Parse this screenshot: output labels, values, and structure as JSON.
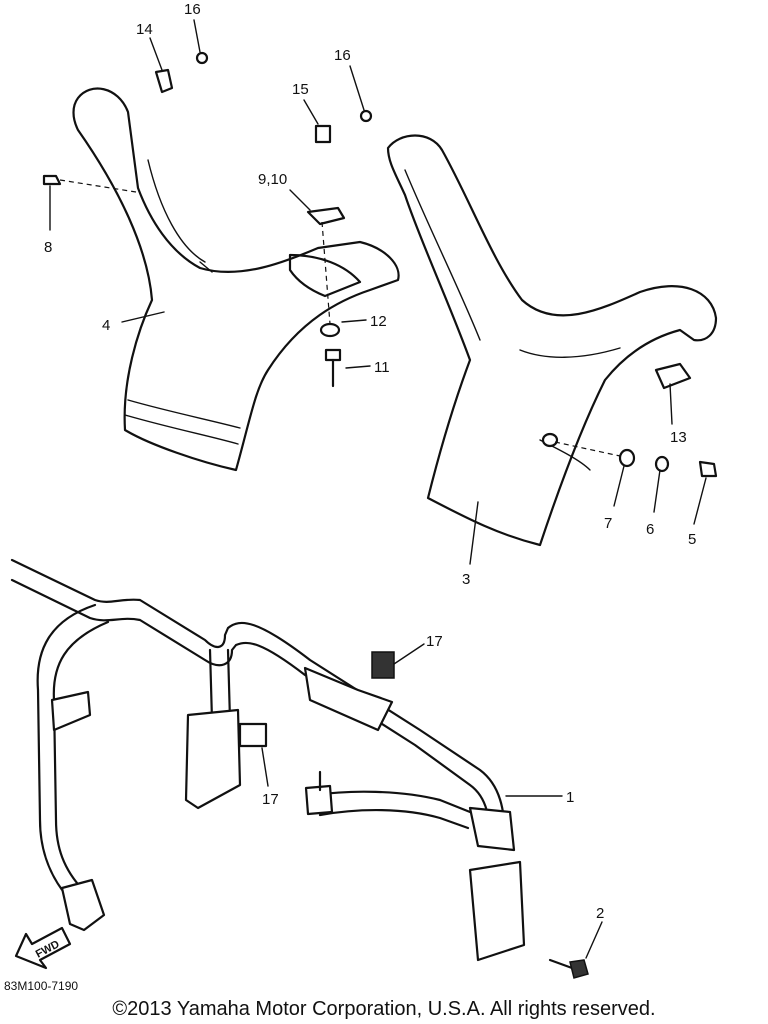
{
  "diagram": {
    "callouts": [
      {
        "id": "c14",
        "label": "14"
      },
      {
        "id": "c16a",
        "label": "16"
      },
      {
        "id": "c16b",
        "label": "16"
      },
      {
        "id": "c15",
        "label": "15"
      },
      {
        "id": "c910",
        "label": "9,10"
      },
      {
        "id": "c8",
        "label": "8"
      },
      {
        "id": "c4",
        "label": "4"
      },
      {
        "id": "c12",
        "label": "12"
      },
      {
        "id": "c11",
        "label": "11"
      },
      {
        "id": "c13",
        "label": "13"
      },
      {
        "id": "c7",
        "label": "7"
      },
      {
        "id": "c6",
        "label": "6"
      },
      {
        "id": "c5",
        "label": "5"
      },
      {
        "id": "c3",
        "label": "3"
      },
      {
        "id": "c17a",
        "label": "17"
      },
      {
        "id": "c17b",
        "label": "17"
      },
      {
        "id": "c1",
        "label": "1"
      },
      {
        "id": "c2",
        "label": "2"
      }
    ],
    "fwd_label": "FWD",
    "drawing_code": "83M100-7190",
    "copyright": "©2013 Yamaha Motor Corporation, U.S.A. All rights reserved."
  }
}
